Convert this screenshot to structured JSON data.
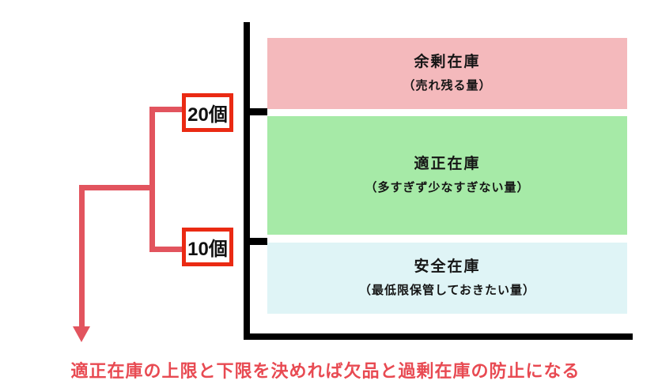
{
  "diagram": {
    "bands": [
      {
        "name": "surplus",
        "title": "余剰在庫",
        "subtitle": "（売れ残る量）",
        "color": "#F4B9BC"
      },
      {
        "name": "optimal",
        "title": "適正在庫",
        "subtitle": "（多すぎず少なすぎない量）",
        "color": "#A6EAA7"
      },
      {
        "name": "safety",
        "title": "安全在庫",
        "subtitle": "（最低限保管しておきたい量）",
        "color": "#DFF4F6"
      }
    ],
    "thresholds": {
      "upper": {
        "label": "20個",
        "value": 20
      },
      "lower": {
        "label": "10個",
        "value": 10
      }
    },
    "caption": "適正在庫の上限と下限を決めれば欠品と過剰在庫の防止になる",
    "colors": {
      "surplus_band": "#F4B9BC",
      "optimal_band": "#A6EAA7",
      "safety_band": "#DFF4F6",
      "value_box_border_red": "#EA2A13",
      "bracket_red": "#E2545E",
      "caption_red": "#E84A52",
      "axis_black": "#000000"
    }
  }
}
